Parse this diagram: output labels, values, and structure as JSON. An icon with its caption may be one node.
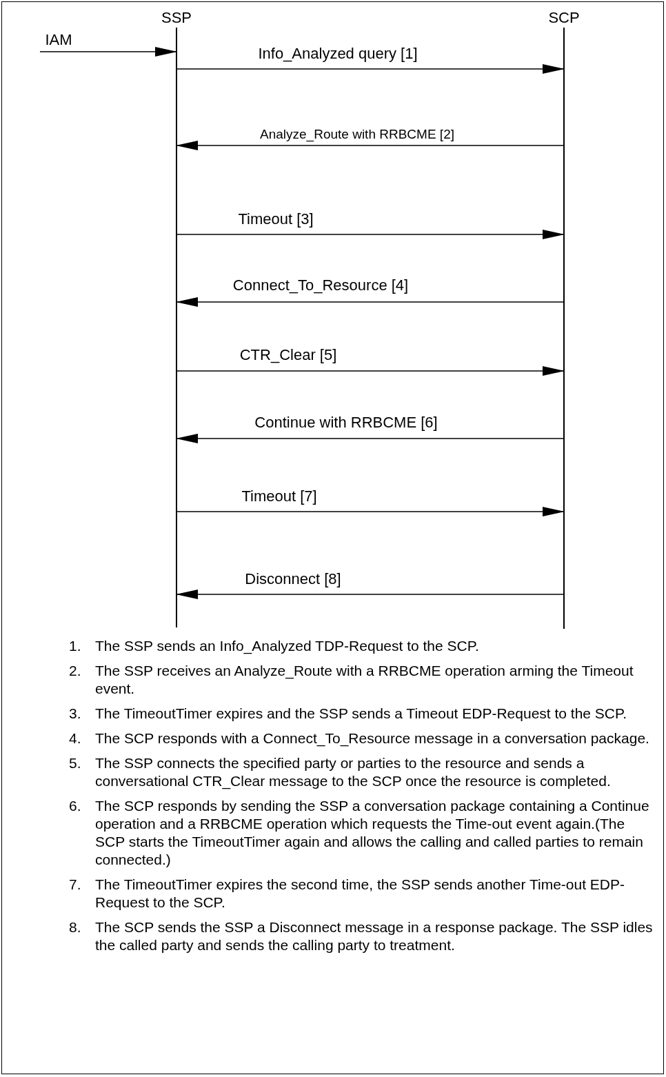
{
  "diagram": {
    "nodes": [
      {
        "text": [
          "SSP"
        ]
      },
      {
        "text": [
          "SCP"
        ]
      }
    ],
    "edges": [
      {
        "from": null,
        "to": 0,
        "arrow": "to",
        "label": "IAM"
      },
      {
        "from": 0,
        "to": 1,
        "arrow": "to",
        "label": "Info_Analyzed query [1]"
      },
      {
        "from": 1,
        "to": 0,
        "arrow": "to",
        "label": "Analyze_Route with RRBCME [2]"
      },
      {
        "from": 0,
        "to": 1,
        "arrow": "to",
        "label": "Timeout [3]"
      },
      {
        "from": 1,
        "to": 0,
        "arrow": "to",
        "label": "Connect_To_Resource [4]"
      },
      {
        "from": 0,
        "to": 1,
        "arrow": "to",
        "label": "CTR_Clear [5]"
      },
      {
        "from": 1,
        "to": 0,
        "arrow": "to",
        "label": "Continue with RRBCME [6]"
      },
      {
        "from": 0,
        "to": 1,
        "arrow": "to",
        "label": "Timeout [7]"
      },
      {
        "from": 1,
        "to": 0,
        "arrow": "to",
        "label": "Disconnect [8]"
      }
    ],
    "labels": [
      "1.",
      "The SSP sends an Info_Analyzed TDP-Request to the SCP.",
      "2.",
      "The SSP receives an Analyze_Route with a RRBCME operation arming the Timeout event.",
      "3.",
      "The TimeoutTimer expires and the SSP sends a Timeout EDP-Request to the SCP.",
      "4.",
      "The SCP responds with a Connect_To_Resource message in a conversation package.",
      "5.",
      "The SSP connects the specified party or parties to the resource and sends a conversational CTR_Clear message to the SCP once the resource is completed.",
      "6.",
      "The SCP responds by sending the SSP a conversation package containing a Continue operation and a RRBCME operation which requests the Time-out event again.(The SCP starts the TimeoutTimer again and allows the calling and called parties to remain connected.)",
      "7.",
      "The TimeoutTimer expires the second time, the SSP sends another Time-out EDP-Request to the SCP.",
      "8.",
      "The SCP sends the SSP a Disconnect message in a response package. The SSP idles the called party and sends the calling party to treatment."
    ]
  }
}
